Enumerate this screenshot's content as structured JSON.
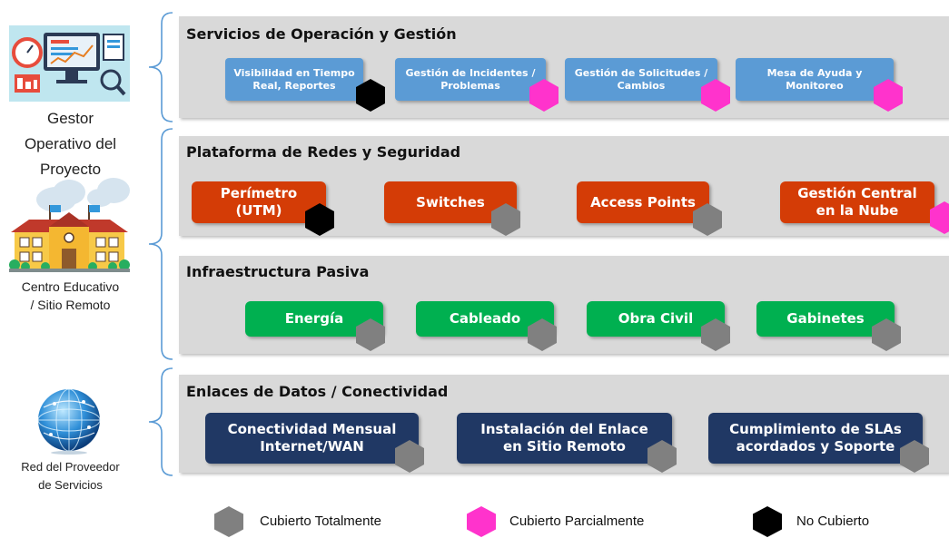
{
  "left_labels": {
    "gestor": "Gestor\nOperativo del\nProyecto",
    "centro": "Centro Educativo\n/ Sitio Remoto",
    "red": "Red del Proveedor\nde Servicios"
  },
  "bands": [
    {
      "title": "Servicios de Operación y Gestión",
      "items": [
        {
          "label": "Visibilidad en Tiempo\nReal, Reportes",
          "status": "no"
        },
        {
          "label": "Gestión de Incidentes /\nProblemas",
          "status": "partial"
        },
        {
          "label": "Gestión de Solicitudes /\nCambios",
          "status": "partial"
        },
        {
          "label": "Mesa de Ayuda y\nMonitoreo",
          "status": "partial"
        }
      ]
    },
    {
      "title": "Plataforma de Redes y Seguridad",
      "items": [
        {
          "label": "Perímetro\n(UTM)",
          "status": "no"
        },
        {
          "label": "Switches",
          "status": "full"
        },
        {
          "label": "Access Points",
          "status": "full"
        },
        {
          "label": "Gestión Central\nen la Nube",
          "status": "partial"
        }
      ]
    },
    {
      "title": "Infraestructura Pasiva",
      "items": [
        {
          "label": "Energía",
          "status": "full"
        },
        {
          "label": "Cableado",
          "status": "full"
        },
        {
          "label": "Obra Civil",
          "status": "full"
        },
        {
          "label": "Gabinetes",
          "status": "full"
        }
      ]
    },
    {
      "title": "Enlaces de Datos / Conectividad",
      "items": [
        {
          "label": "Conectividad Mensual\nInternet/WAN",
          "status": "full"
        },
        {
          "label": "Instalación del Enlace\nen Sitio Remoto",
          "status": "full"
        },
        {
          "label": "Cumplimiento de SLAs\nacordados y Soporte",
          "status": "full"
        }
      ]
    }
  ],
  "legend": {
    "full": "Cubierto Totalmente",
    "partial": "Cubierto Parcialmente",
    "no": "No Cubierto"
  },
  "colors": {
    "full": "#808080",
    "partial": "#ff33cc",
    "no": "#000000",
    "band": "#d9d9d9",
    "blue": "#5b9bd5",
    "red": "#d43c06",
    "green": "#00b050",
    "navy": "#203864",
    "brace": "#5b9bd5"
  },
  "icons": [
    "project-dashboard-icon",
    "school-building-icon",
    "globe-network-icon",
    "hexagon-icon"
  ]
}
